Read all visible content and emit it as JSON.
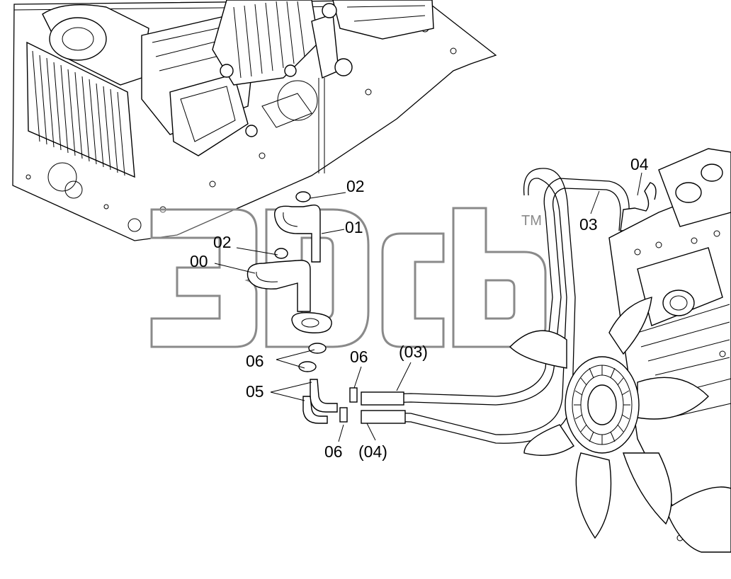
{
  "watermark": {
    "text": "3Dcb",
    "tm": "TM"
  },
  "labels": [
    {
      "id": "00",
      "text": "00"
    },
    {
      "id": "01",
      "text": "01"
    },
    {
      "id": "02a",
      "text": "02"
    },
    {
      "id": "02b",
      "text": "02"
    },
    {
      "id": "03",
      "text": "03"
    },
    {
      "id": "04",
      "text": "04"
    },
    {
      "id": "p03",
      "text": "(03)"
    },
    {
      "id": "p04",
      "text": "(04)"
    },
    {
      "id": "05",
      "text": "05"
    },
    {
      "id": "06a",
      "text": "06"
    },
    {
      "id": "06b",
      "text": "06"
    },
    {
      "id": "06c",
      "text": "06"
    }
  ],
  "colors": {
    "line": "#000000",
    "watermark": "#8a8a8a",
    "background": "#ffffff"
  }
}
